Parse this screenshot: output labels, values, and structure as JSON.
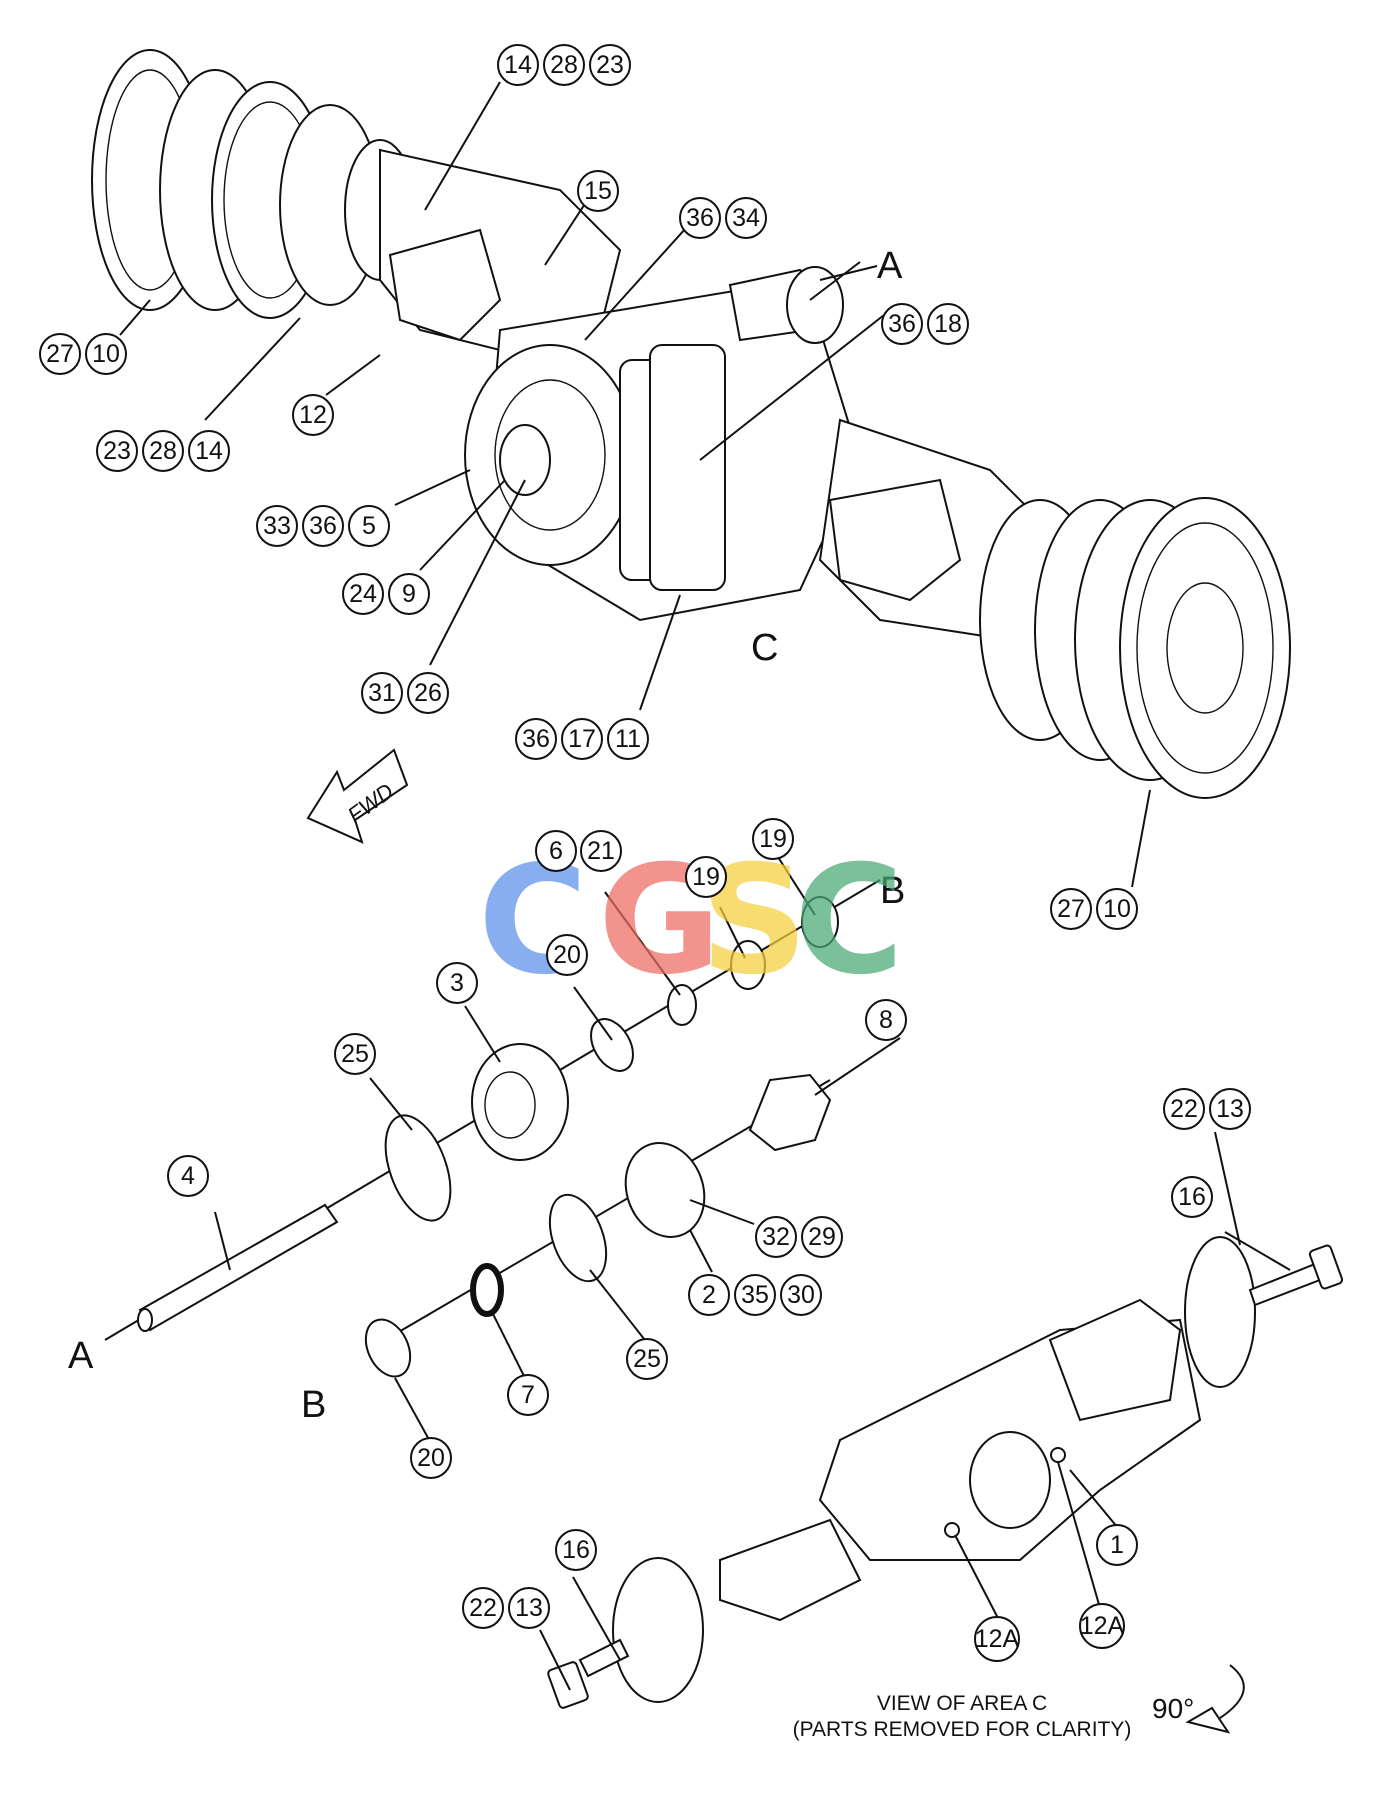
{
  "labels": {
    "A": "A",
    "B": "B",
    "C": "C",
    "fwd": "FWD",
    "rotation": "90°",
    "caption_line1": "VIEW OF AREA C",
    "caption_line2": "(PARTS REMOVED FOR CLARITY)"
  },
  "watermark": {
    "letters": [
      "C",
      "G",
      "S",
      "C"
    ],
    "colors": [
      "#5b8fea",
      "#ee6a62",
      "#f5cf3c",
      "#47a876"
    ]
  },
  "callouts": {
    "c14a": "14",
    "c28a": "28",
    "c23a": "23",
    "c15": "15",
    "c36a": "36",
    "c34": "34",
    "c36b": "36",
    "c18": "18",
    "c27a": "27",
    "c10a": "10",
    "c12": "12",
    "c23b": "23",
    "c28b": "28",
    "c14b": "14",
    "c33": "33",
    "c36c": "36",
    "c5": "5",
    "c24": "24",
    "c9": "9",
    "c31": "31",
    "c26": "26",
    "c36d": "36",
    "c17": "17",
    "c11": "11",
    "c27b": "27",
    "c10b": "10",
    "c6": "6",
    "c21": "21",
    "c19a": "19",
    "c19b": "19",
    "c20a": "20",
    "c3": "3",
    "c25a": "25",
    "c8": "8",
    "c4": "4",
    "c32": "32",
    "c29": "29",
    "c2": "2",
    "c35": "35",
    "c30": "30",
    "c25b": "25",
    "c7": "7",
    "c20b": "20",
    "c22a": "22",
    "c13a": "13",
    "c16a": "16",
    "c1": "1",
    "c12Aa": "12A",
    "c12Ab": "12A",
    "c16b": "16",
    "c22b": "22",
    "c13b": "13"
  }
}
